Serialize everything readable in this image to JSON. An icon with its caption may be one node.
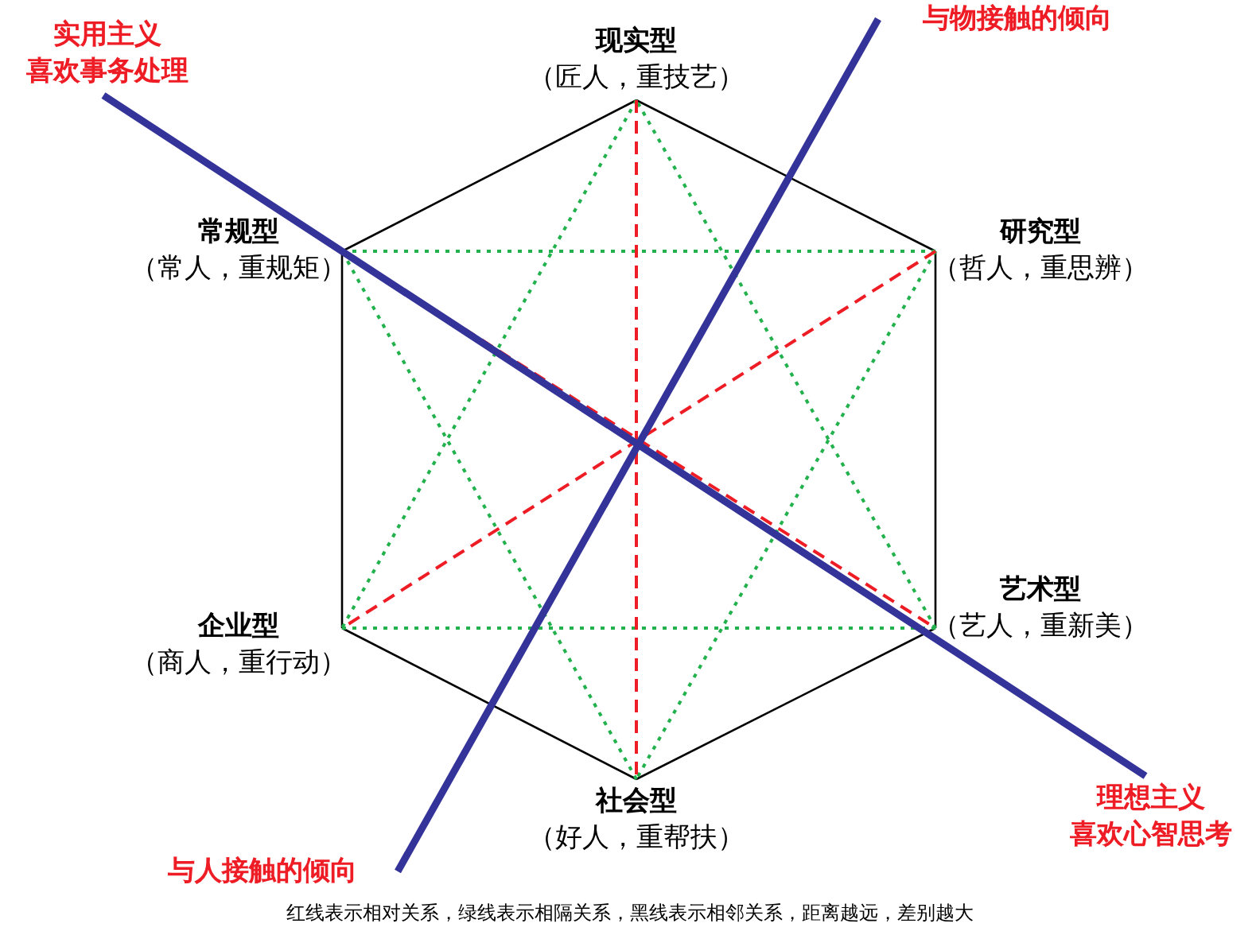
{
  "diagram": {
    "nodes": [
      {
        "text": [
          "现实型",
          "（匠人，重技艺）"
        ]
      },
      {
        "text": [
          "常规型",
          "（常人，重规矩）"
        ]
      },
      {
        "text": [
          "研究型",
          "（哲人，重思辨）"
        ]
      },
      {
        "text": [
          "企业型",
          "（商人，重行动）"
        ]
      },
      {
        "text": [
          "艺术型",
          "（艺人，重新美）"
        ]
      },
      {
        "text": [
          "社会型",
          "（好人，重帮扶）"
        ]
      },
      {
        "text": [
          "实用主义",
          "喜欢事务处理"
        ]
      },
      {
        "text": [
          "与物接触的倾向"
        ]
      },
      {
        "text": [
          "理想主义",
          "喜欢心智思考"
        ]
      },
      {
        "text": [
          "与人接触的倾向"
        ]
      }
    ],
    "edges": [
      {
        "from": 0,
        "to": 2,
        "arrow": "none"
      },
      {
        "from": 2,
        "to": 4,
        "arrow": "none"
      },
      {
        "from": 4,
        "to": 5,
        "arrow": "none"
      },
      {
        "from": 5,
        "to": 3,
        "arrow": "none"
      },
      {
        "from": 3,
        "to": 1,
        "arrow": "none"
      },
      {
        "from": 1,
        "to": 0,
        "arrow": "none"
      },
      {
        "from": 0,
        "to": 3,
        "arrow": "none",
        "style": "dashed",
        "color": "#22b14c"
      },
      {
        "from": 3,
        "to": 4,
        "arrow": "none",
        "style": "dashed",
        "color": "#22b14c"
      },
      {
        "from": 4,
        "to": 0,
        "arrow": "none",
        "style": "dashed",
        "color": "#22b14c"
      },
      {
        "from": 1,
        "to": 2,
        "arrow": "none",
        "style": "dashed",
        "color": "#22b14c"
      },
      {
        "from": 2,
        "to": 5,
        "arrow": "none",
        "style": "dashed",
        "color": "#22b14c"
      },
      {
        "from": 5,
        "to": 1,
        "arrow": "none",
        "style": "dashed",
        "color": "#22b14c"
      },
      {
        "from": 0,
        "to": 5,
        "arrow": "none",
        "style": "dashed",
        "color": "#ee1c24"
      },
      {
        "from": 1,
        "to": 4,
        "arrow": "none",
        "style": "dashed",
        "color": "#ee1c24"
      },
      {
        "from": 2,
        "to": 3,
        "arrow": "none",
        "style": "dashed",
        "color": "#ee1c24"
      },
      {
        "from": 6,
        "to": 8,
        "arrow": "none",
        "style": "thick",
        "color": "#333399"
      },
      {
        "from": 9,
        "to": 7,
        "arrow": "none",
        "style": "thick",
        "color": "#333399"
      }
    ],
    "caption": "红线表示相对关系，绿线表示相隔关系，黑线表示相邻关系，距离越远，差别越大"
  }
}
